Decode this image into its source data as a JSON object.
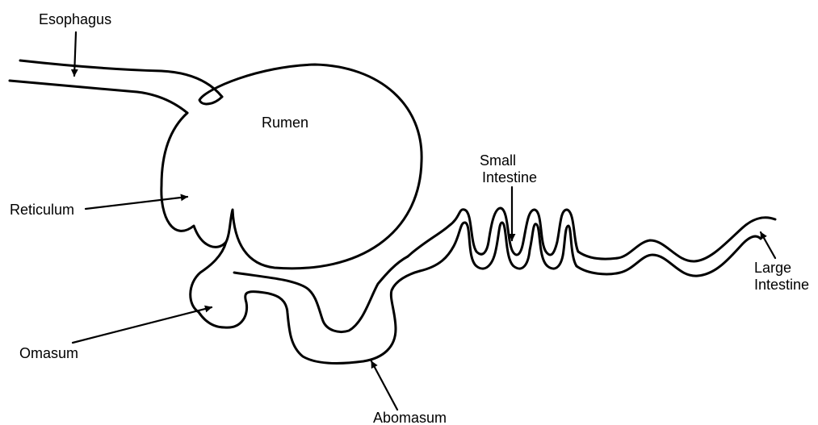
{
  "diagram": {
    "labels": {
      "esophagus": "Esophagus",
      "rumen": "Rumen",
      "reticulum": "Reticulum",
      "omasum": "Omasum",
      "abomasum": "Abomasum",
      "small_intestine_line1": "Small",
      "small_intestine_line2": "Intestine",
      "large_intestine_line1": "Large",
      "large_intestine_line2": "Intestine"
    },
    "colors": {
      "line": "#000000",
      "background": "#ffffff"
    }
  }
}
